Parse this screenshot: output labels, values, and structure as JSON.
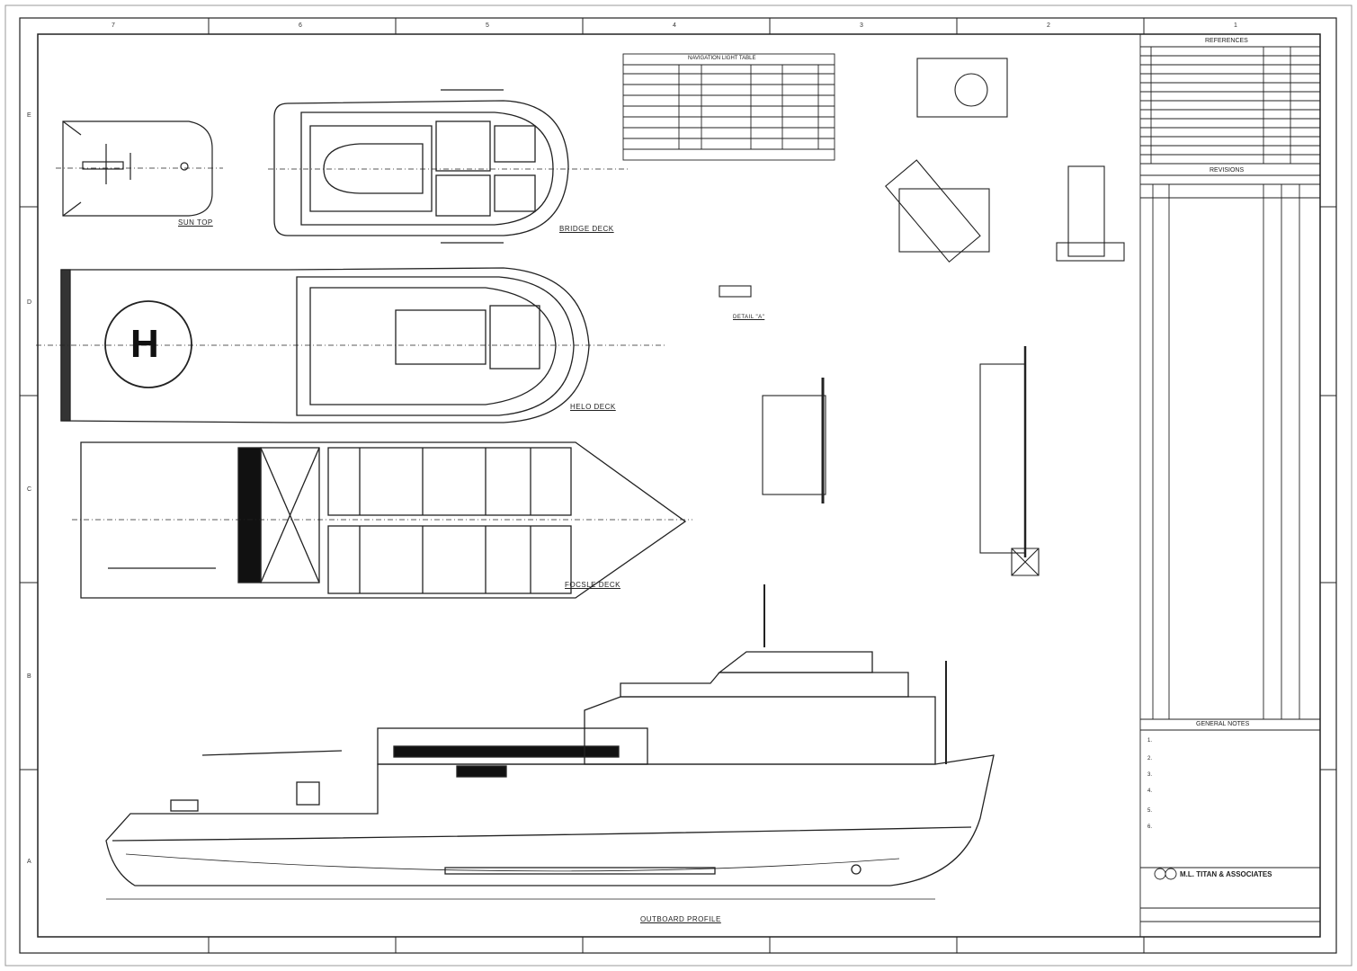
{
  "drawing": {
    "view_labels": {
      "sun_top": "SUN TOP",
      "bridge_deck": "BRIDGE DECK",
      "helo_deck": "HELO DECK",
      "focsle_deck": "FOCSLE DECK",
      "outboard_profile": "OUTBOARD PROFILE"
    },
    "helipad_letter": "H",
    "detail_label": "DETAIL \"A\"",
    "zones_top": [
      "7",
      "6",
      "5",
      "4",
      "3",
      "2",
      "1"
    ],
    "zones_side": [
      "E",
      "D",
      "C",
      "B",
      "A"
    ],
    "title_block": {
      "references_header": "REFERENCES",
      "revisions_header": "REVISIONS",
      "general_notes_header": "GENERAL NOTES",
      "firm": "M.L. TITAN & ASSOCIATES",
      "notes": [
        "1.",
        "2.",
        "3.",
        "4.",
        "5.",
        "6."
      ]
    },
    "table_header": "NAVIGATION LIGHT TABLE"
  }
}
